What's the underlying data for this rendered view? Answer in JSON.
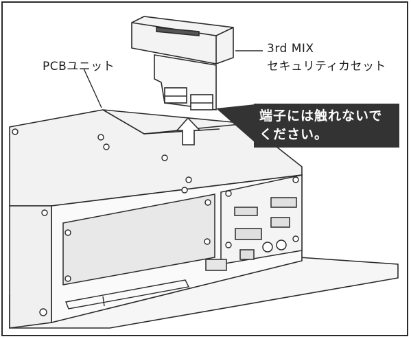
{
  "labels": {
    "pcb_unit": "PCBユニット",
    "cartridge_line1": "3rd MIX",
    "cartridge_line2": "セキュリティカセット"
  },
  "callout": {
    "line1": "端子には触れないで",
    "line2": "ください。"
  },
  "icons": {
    "arrow": "up-arrow-icon"
  },
  "colors": {
    "background": "#ffffff",
    "line": "#2a2a2a",
    "panel_shade": "#e8e8e8",
    "callout_bg": "#333333",
    "callout_text": "#ffffff"
  }
}
